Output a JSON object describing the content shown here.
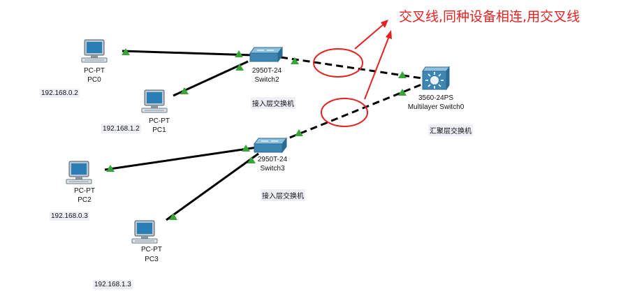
{
  "colors": {
    "link": "#000000",
    "port_up": "#37a537",
    "annotation": "#e52222",
    "ip_background": "#eef0f6"
  },
  "devices": {
    "pc0": {
      "model": "PC-PT",
      "name": "PC0",
      "icon": "pc-icon"
    },
    "pc1": {
      "model": "PC-PT",
      "name": "PC1",
      "icon": "pc-icon"
    },
    "pc2": {
      "model": "PC-PT",
      "name": "PC2",
      "icon": "pc-icon"
    },
    "pc3": {
      "model": "PC-PT",
      "name": "PC3",
      "icon": "pc-icon"
    },
    "switch2": {
      "model": "2950T-24",
      "name": "Switch2",
      "icon": "switch-icon"
    },
    "switch3": {
      "model": "2950T-24",
      "name": "Switch3",
      "icon": "switch-icon"
    },
    "switch0": {
      "model": "3560-24PS",
      "name": "Multilayer Switch0",
      "icon": "multilayer-switch-icon"
    }
  },
  "ips": {
    "pc0": "192.168.0.2",
    "pc1": "192.168.1.2",
    "pc2": "192.168.0.3",
    "pc3": "192.168.1.3"
  },
  "notes": {
    "access_layer_1": "接入层交换机",
    "access_layer_2": "接入层交换机",
    "aggregation_layer": "汇聚层交换机"
  },
  "annotation": {
    "text": "交叉线,同种设备相连,用交叉线"
  }
}
